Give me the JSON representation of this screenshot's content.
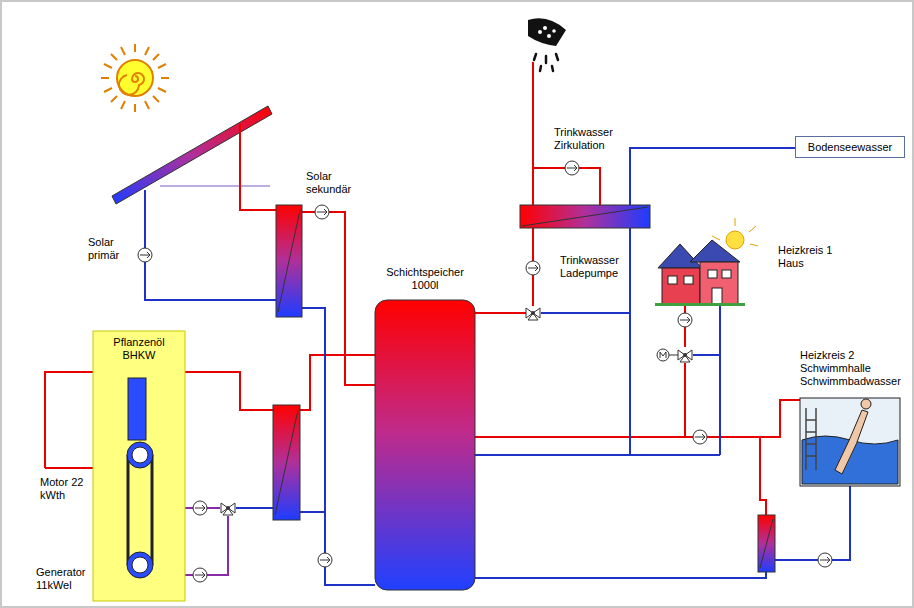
{
  "diagram": {
    "nodes": [
      {
        "text": [
          "Bodenseewasser"
        ]
      },
      {
        "text": [
          "Schichtspeicher 1000l"
        ]
      },
      {
        "text": [
          "Pflanzenöl BHKW"
        ]
      }
    ],
    "labels": [
      "Solar primär",
      "Solar sekundär",
      "Trinkwasser Zirkulation",
      "Trinkwasser Ladepumpe",
      "Heizkreis 1 Haus",
      "Heizkreis 2 Schwimmhalle Schwimmbadwasser",
      "Motor 22 kWth",
      "Generator 11kWel"
    ]
  }
}
